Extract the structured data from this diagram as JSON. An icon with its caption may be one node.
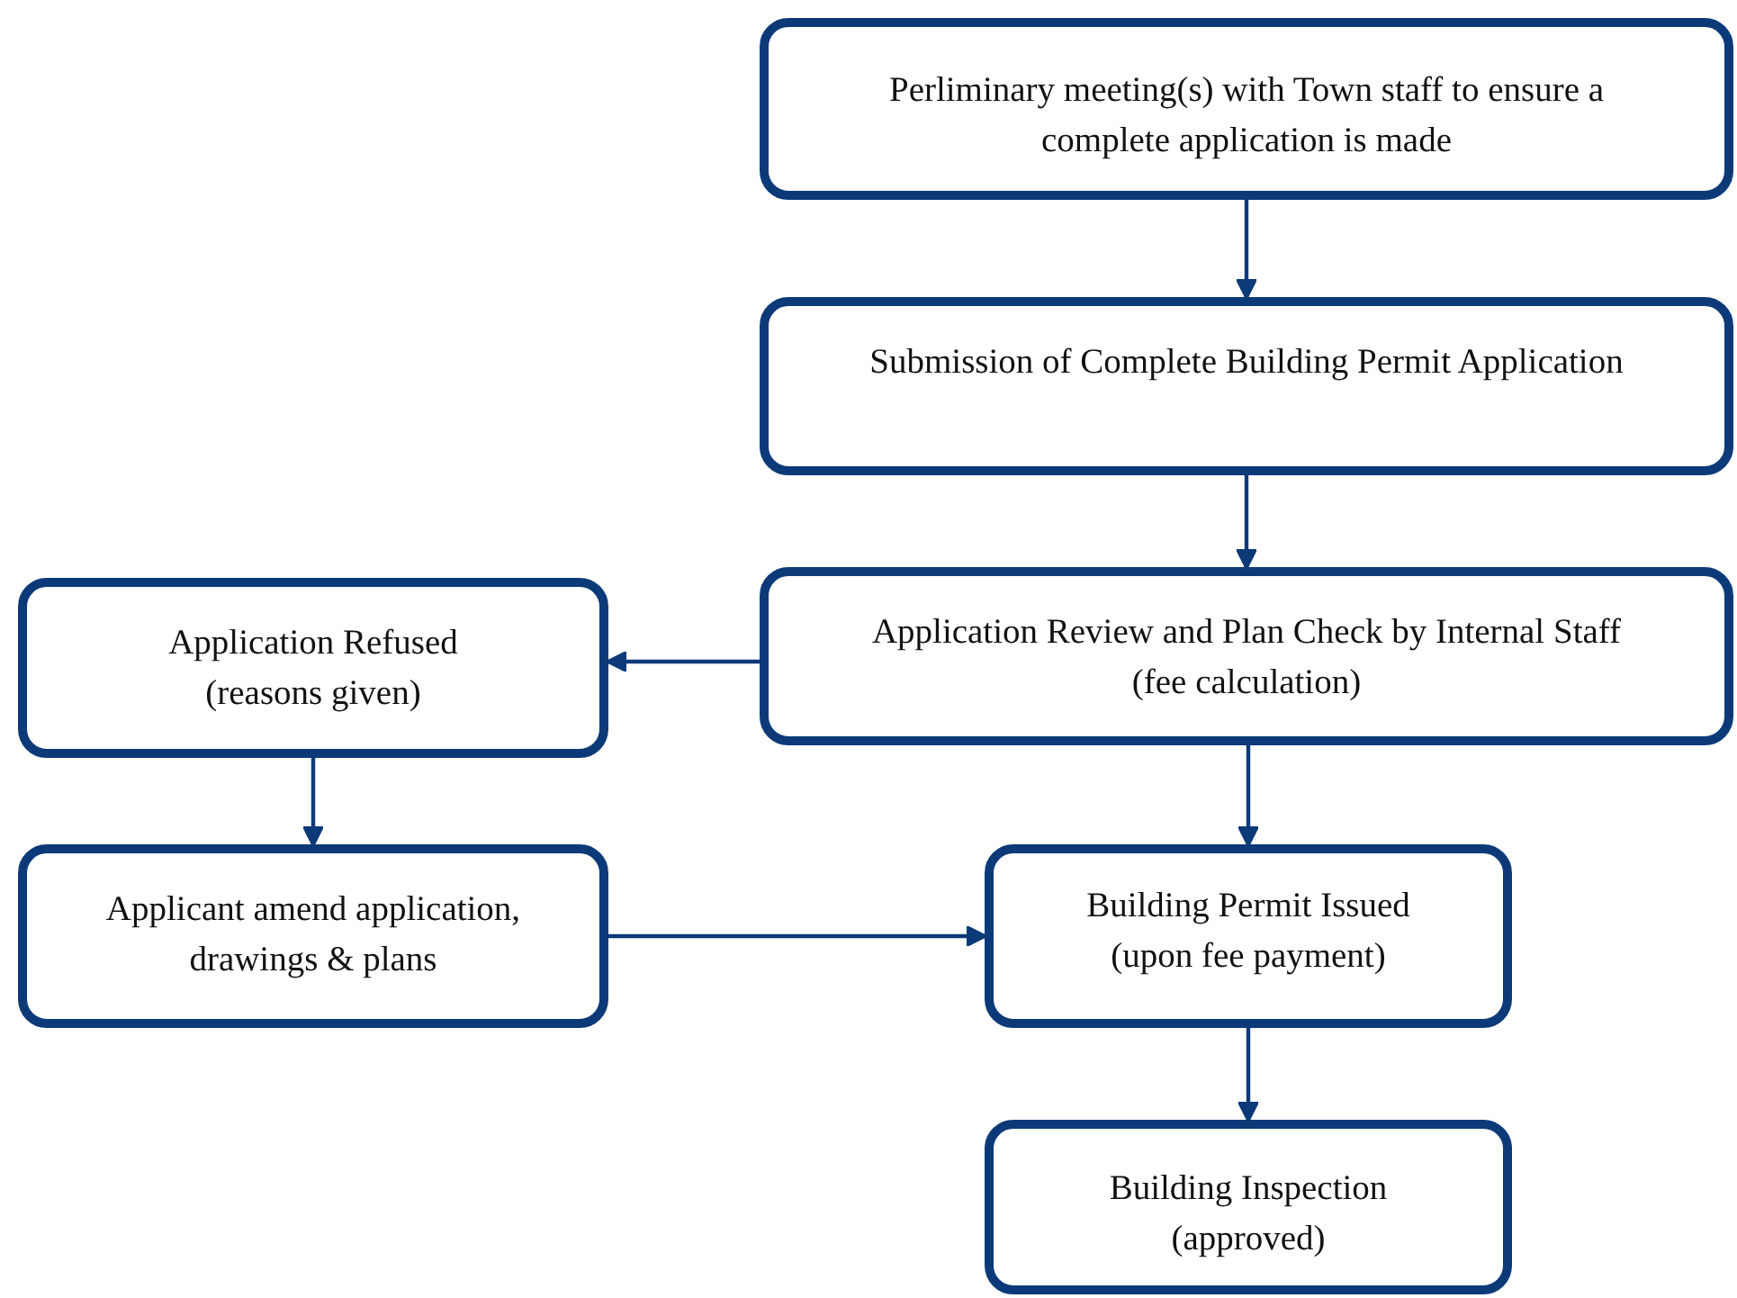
{
  "diagram": {
    "nodes": [
      {
        "text": [
          "Perliminary meeting(s) with Town staff to ensure a complete application is made"
        ]
      },
      {
        "text": [
          "Submission of Complete Building Permit Application"
        ]
      },
      {
        "text": [
          "Application Review and Plan Check by Internal Staff",
          "(fee calculation)"
        ]
      },
      {
        "text": [
          "Application Refused",
          "(reasons given)"
        ]
      },
      {
        "text": [
          "Applicant amend application, drawings & plans"
        ]
      },
      {
        "text": [
          "Building Permit Issued",
          "(upon fee payment)"
        ]
      },
      {
        "text": [
          "Building Inspection",
          "(approved)"
        ]
      }
    ],
    "edges": [
      {
        "from": 0,
        "to": 1,
        "arrow": "to"
      },
      {
        "from": 1,
        "to": 2,
        "arrow": "to"
      },
      {
        "from": 2,
        "to": 3,
        "arrow": "to"
      },
      {
        "from": 3,
        "to": 4,
        "arrow": "to"
      },
      {
        "from": 2,
        "to": 5,
        "arrow": "to"
      },
      {
        "from": 4,
        "to": 5,
        "arrow": "to"
      },
      {
        "from": 5,
        "to": 6,
        "arrow": "to"
      }
    ]
  }
}
